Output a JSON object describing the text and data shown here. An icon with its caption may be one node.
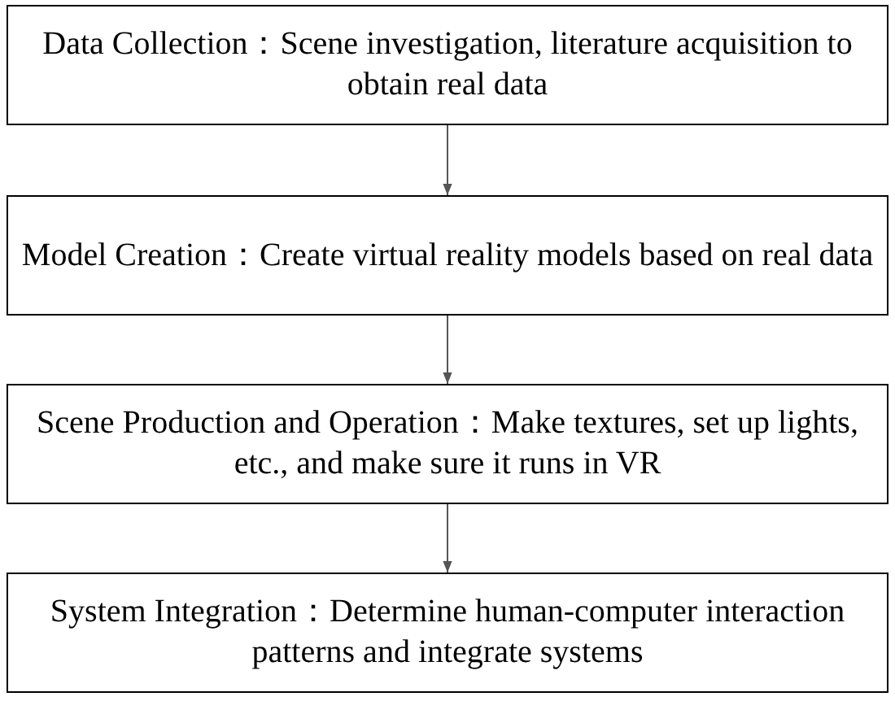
{
  "diagram": {
    "nodes": [
      {
        "text": [
          "Data Collection：Scene investigation, literature acquisition to obtain real data"
        ]
      },
      {
        "text": [
          "Model Creation：Create virtual reality models based on real data"
        ]
      },
      {
        "text": [
          "Scene Production and Operation：Make textures, set up lights, etc., and make sure it runs in VR"
        ]
      },
      {
        "text": [
          "System Integration：Determine human-computer interaction patterns and integrate systems"
        ]
      }
    ],
    "edges": [
      {
        "from": 0,
        "to": 1,
        "arrow": "to"
      },
      {
        "from": 1,
        "to": 2,
        "arrow": "to"
      },
      {
        "from": 2,
        "to": 3,
        "arrow": "to"
      }
    ]
  }
}
